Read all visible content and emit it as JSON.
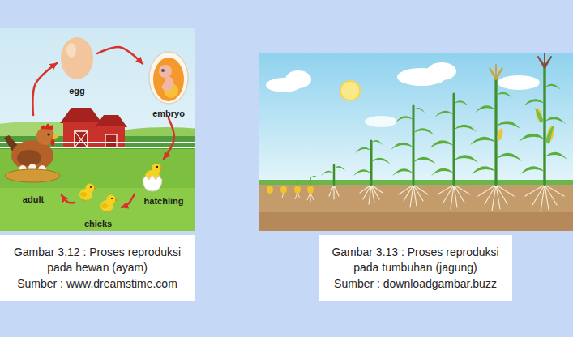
{
  "diagram": {
    "nodes": [
      {
        "text": [
          "egg"
        ]
      },
      {
        "text": [
          "embryo"
        ]
      },
      {
        "text": [
          "hatchling"
        ]
      },
      {
        "text": [
          "chicks"
        ]
      },
      {
        "text": [
          "adult"
        ]
      },
      {
        "text": [
          "Gambar 3.12 : Proses reproduksi pada hewan (ayam)",
          "Sumber : www.dreamstime.com"
        ]
      },
      {
        "text": [
          "Gambar 3.13 : Proses reproduksi pada tumbuhan (jagung)",
          "Sumber : downloadgambar.buzz"
        ]
      }
    ],
    "edges": [
      {
        "from": 0,
        "to": 1,
        "arrow": "to"
      },
      {
        "from": 1,
        "to": 2,
        "arrow": "to"
      },
      {
        "from": 2,
        "to": 3,
        "arrow": "to"
      },
      {
        "from": 3,
        "to": 4,
        "arrow": "to"
      },
      {
        "from": 4,
        "to": 0,
        "arrow": "to"
      }
    ]
  }
}
